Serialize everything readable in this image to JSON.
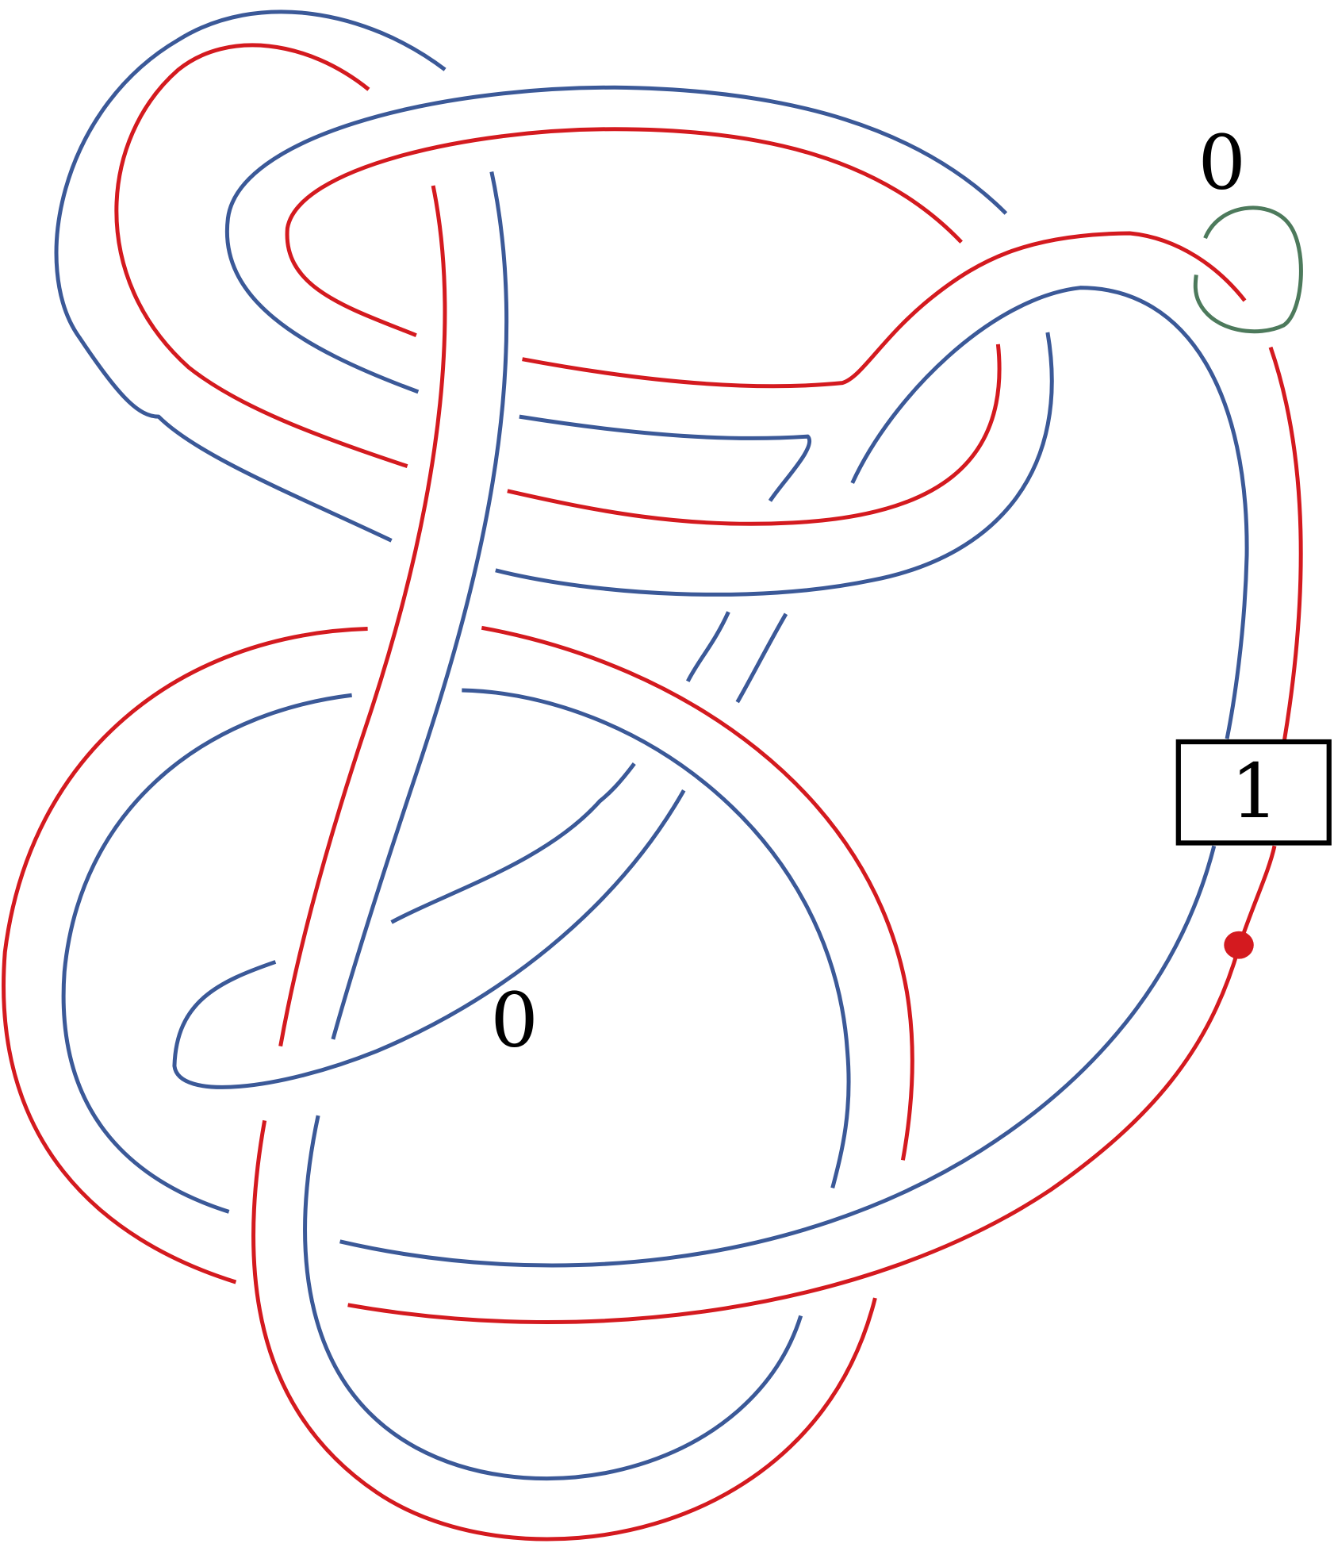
{
  "diagram": {
    "framing_label": "0",
    "band_label": "0",
    "box_label": "1",
    "colors": {
      "red": "#d41a1f",
      "blue": "#3b5998",
      "green": "#4d7a5c",
      "black": "#000000"
    }
  }
}
